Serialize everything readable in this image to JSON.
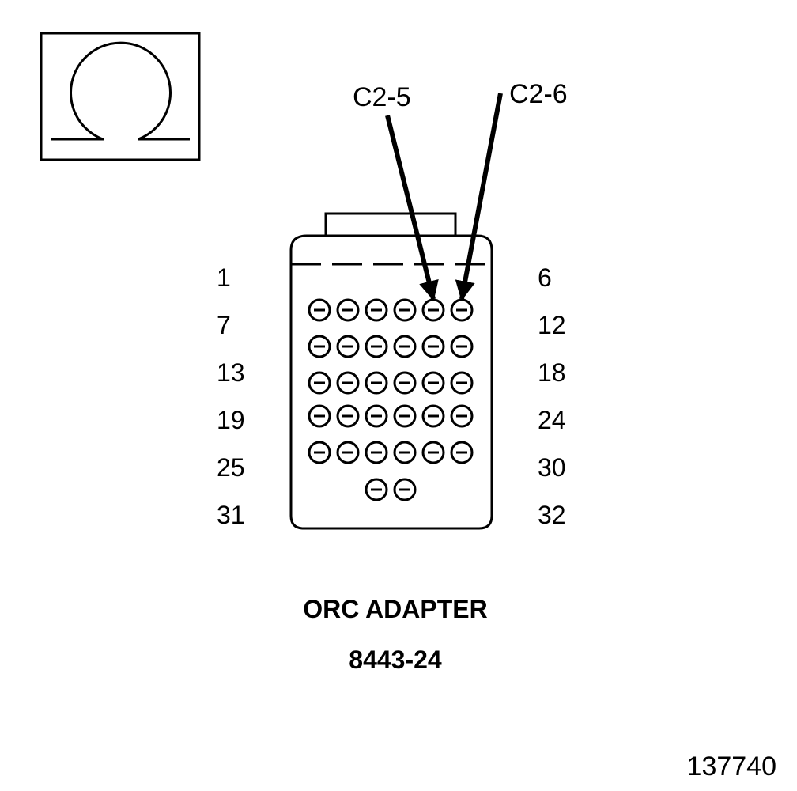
{
  "ohm_symbol": {
    "icon": "ohmmeter-omega-icon"
  },
  "callouts": [
    {
      "label": "C2-5",
      "pin": 5
    },
    {
      "label": "C2-6",
      "pin": 6
    }
  ],
  "row_labels_left": [
    "1",
    "7",
    "13",
    "19",
    "25",
    "31"
  ],
  "row_labels_right": [
    "6",
    "12",
    "18",
    "24",
    "30",
    "32"
  ],
  "connector": {
    "rows": [
      6,
      6,
      6,
      6,
      6,
      2
    ]
  },
  "caption": {
    "name": "ORC ADAPTER",
    "part_number": "8443-24"
  },
  "figure_number": "137740"
}
